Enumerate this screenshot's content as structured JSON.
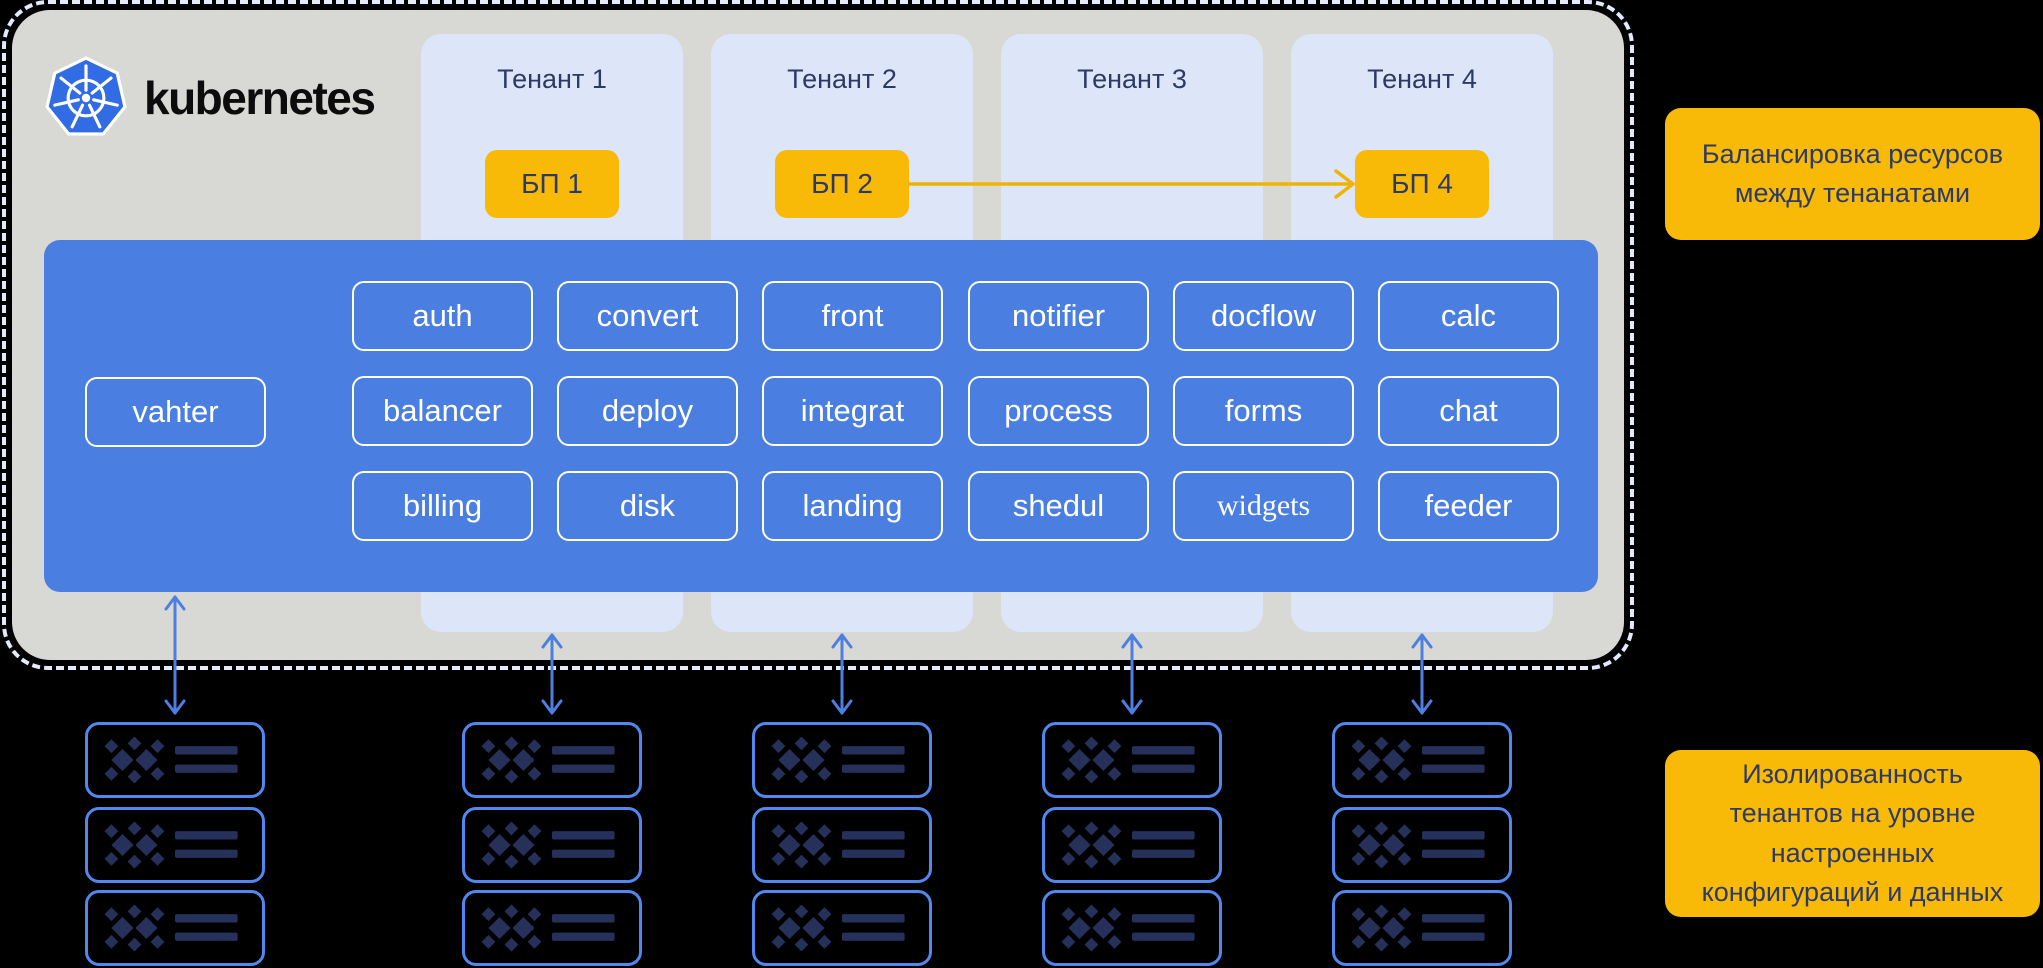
{
  "brand": {
    "name": "kubernetes",
    "logo_icon": "kubernetes-wheel-logo"
  },
  "tenants": [
    {
      "label": "Тенант 1",
      "bp": "БП 1"
    },
    {
      "label": "Тенант 2",
      "bp": "БП 2"
    },
    {
      "label": "Тенант 3",
      "bp": null
    },
    {
      "label": "Тенант 4",
      "bp": "БП 4"
    }
  ],
  "balancing_arrow": {
    "from": "БП 2",
    "to": "БП 4"
  },
  "platform": {
    "gateway": {
      "label": "vahter"
    },
    "services": [
      {
        "label": "auth"
      },
      {
        "label": "convert"
      },
      {
        "label": "front"
      },
      {
        "label": "notifier"
      },
      {
        "label": "docflow"
      },
      {
        "label": "calc"
      },
      {
        "label": "balancer"
      },
      {
        "label": "deploy"
      },
      {
        "label": "integrat"
      },
      {
        "label": "process"
      },
      {
        "label": "forms"
      },
      {
        "label": "chat"
      },
      {
        "label": "billing"
      },
      {
        "label": "disk"
      },
      {
        "label": "landing"
      },
      {
        "label": "shedul"
      },
      {
        "label": "widgets",
        "variant": "serif"
      },
      {
        "label": "feeder"
      }
    ]
  },
  "infrastructure": {
    "stacks": 5,
    "racks_per_stack": 3,
    "rack_icon": "server-rack-icon"
  },
  "annotations": [
    {
      "lines": [
        "Балансировка ресурсов",
        "между тенанатами"
      ]
    },
    {
      "lines": [
        "Изолированность",
        "тенантов на уровне",
        "настроенных",
        "конфигураций и данных"
      ]
    }
  ],
  "colors": {
    "background": "#000000",
    "cluster_fill": "#d8d8d4",
    "cluster_dash": "#e3eafa",
    "tenant_fill": "#dce6f8",
    "dark_navy_text": "#2e3a66",
    "accent_yellow": "#f8ba07",
    "yellow_arrow": "#f0b400",
    "platform_blue": "#4a7ee0",
    "blue_arrow": "#4d7fe0",
    "rack_border": "#5287f0",
    "rack_glyph": "#25315a",
    "logo_blue": "#326ce5"
  }
}
